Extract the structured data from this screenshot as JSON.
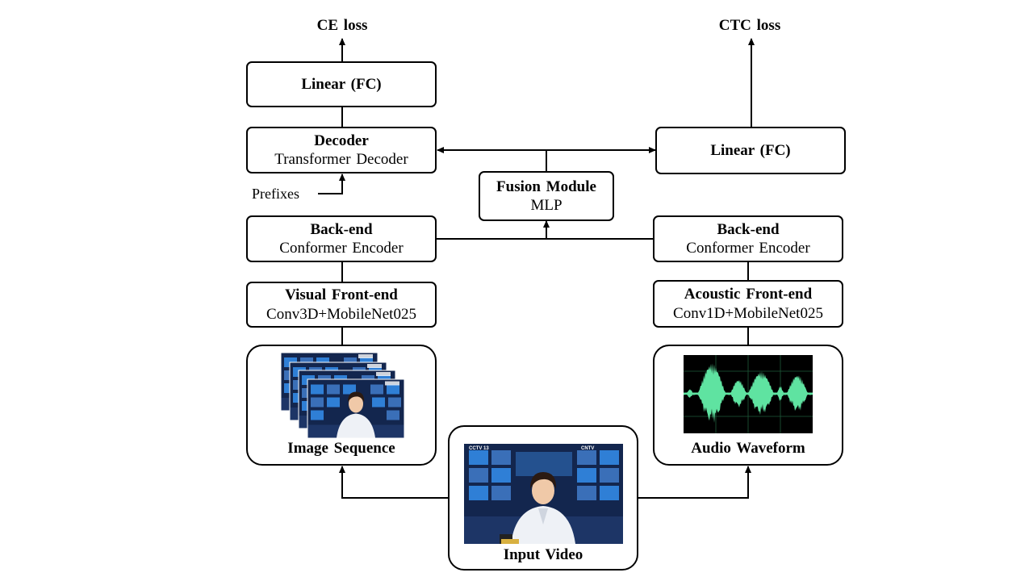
{
  "outputs": {
    "ce_loss": "CE loss",
    "ctc_loss": "CTC loss"
  },
  "left": {
    "linear_fc": "Linear (FC)",
    "decoder_title": "Decoder",
    "decoder_sub": "Transformer Decoder",
    "prefixes": "Prefixes",
    "backend_title": "Back-end",
    "backend_sub": "Conformer Encoder",
    "frontend_title": "Visual Front-end",
    "frontend_sub": "Conv3D+MobileNet025",
    "media_label": "Image Sequence"
  },
  "right": {
    "linear_fc": "Linear (FC)",
    "backend_title": "Back-end",
    "backend_sub": "Conformer Encoder",
    "frontend_title": "Acoustic Front-end",
    "frontend_sub": "Conv1D+MobileNet025",
    "media_label": "Audio Waveform"
  },
  "fusion": {
    "title": "Fusion Module",
    "sub": "MLP"
  },
  "input": {
    "label": "Input Video"
  },
  "logo": {
    "channel": "CCTV 13",
    "wall": "CNTV"
  },
  "colors": {
    "line": "#000000",
    "waveform": "#5fe3a1",
    "waveform_bg": "#000000",
    "studio_bg": "#13264e",
    "studio_screen": "#2f7fd6",
    "suit": "#eef1f6"
  }
}
